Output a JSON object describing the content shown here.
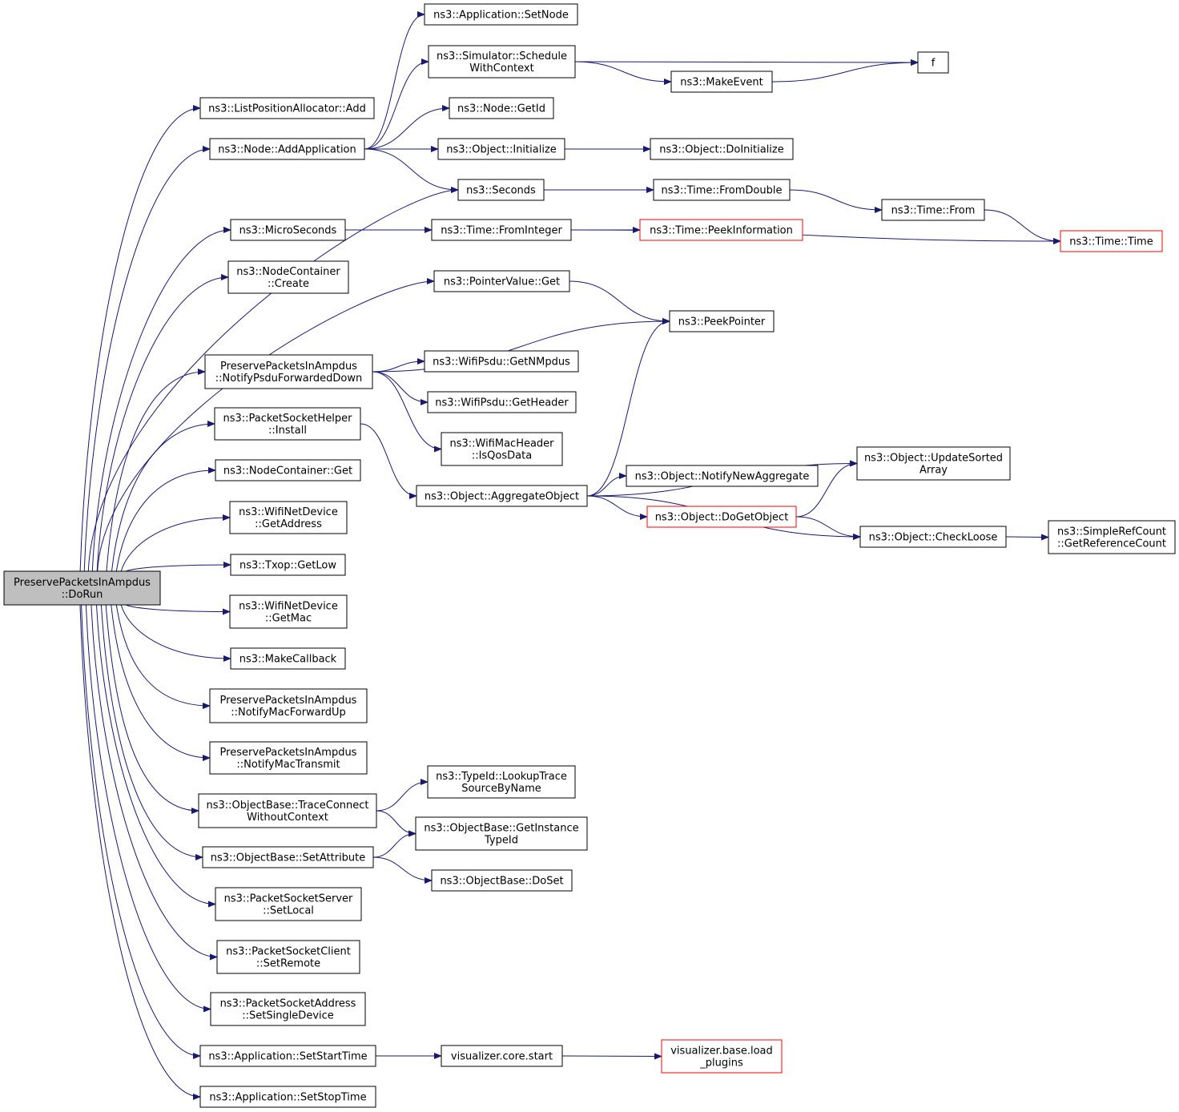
{
  "graph": {
    "colors": {
      "background": "#ffffff",
      "node_border": "#000000",
      "node_border_truncated": "#ff0000",
      "root_fill": "#bfbfbf",
      "node_fill": "#ffffff",
      "edge": "#191970",
      "text": "#000000"
    },
    "nodes": [
      {
        "id": "dorun",
        "lines": [
          "PreservePacketsInAmpdus",
          "::DoRun"
        ],
        "root": true
      },
      {
        "id": "lpa_add",
        "lines": [
          "ns3::ListPositionAllocator::Add"
        ]
      },
      {
        "id": "node_addapp",
        "lines": [
          "ns3::Node::AddApplication"
        ]
      },
      {
        "id": "seconds",
        "lines": [
          "ns3::Seconds"
        ]
      },
      {
        "id": "microseconds",
        "lines": [
          "ns3::MicroSeconds"
        ]
      },
      {
        "id": "nc_create",
        "lines": [
          "ns3::NodeContainer",
          "::Create"
        ]
      },
      {
        "id": "ppia_notifypsdu",
        "lines": [
          "PreservePacketsInAmpdus",
          "::NotifyPsduForwardedDown"
        ]
      },
      {
        "id": "psh_install",
        "lines": [
          "ns3::PacketSocketHelper",
          "::Install"
        ]
      },
      {
        "id": "nc_get",
        "lines": [
          "ns3::NodeContainer::Get"
        ]
      },
      {
        "id": "wnd_getaddress",
        "lines": [
          "ns3::WifiNetDevice",
          "::GetAddress"
        ]
      },
      {
        "id": "txop_getlow",
        "lines": [
          "ns3::Txop::GetLow"
        ]
      },
      {
        "id": "wnd_getmac",
        "lines": [
          "ns3::WifiNetDevice",
          "::GetMac"
        ]
      },
      {
        "id": "makecallback",
        "lines": [
          "ns3::MakeCallback"
        ]
      },
      {
        "id": "ppia_notifymacfwd",
        "lines": [
          "PreservePacketsInAmpdus",
          "::NotifyMacForwardUp"
        ]
      },
      {
        "id": "ppia_notifymactx",
        "lines": [
          "PreservePacketsInAmpdus",
          "::NotifyMacTransmit"
        ]
      },
      {
        "id": "ob_traceconnect",
        "lines": [
          "ns3::ObjectBase::TraceConnect",
          "WithoutContext"
        ]
      },
      {
        "id": "ob_setattr",
        "lines": [
          "ns3::ObjectBase::SetAttribute"
        ]
      },
      {
        "id": "pss_setlocal",
        "lines": [
          "ns3::PacketSocketServer",
          "::SetLocal"
        ]
      },
      {
        "id": "psc_setremote",
        "lines": [
          "ns3::PacketSocketClient",
          "::SetRemote"
        ]
      },
      {
        "id": "psa_setsingle",
        "lines": [
          "ns3::PacketSocketAddress",
          "::SetSingleDevice"
        ]
      },
      {
        "id": "app_setstart",
        "lines": [
          "ns3::Application::SetStartTime"
        ]
      },
      {
        "id": "app_setstop",
        "lines": [
          "ns3::Application::SetStopTime"
        ]
      },
      {
        "id": "app_setnode",
        "lines": [
          "ns3::Application::SetNode"
        ]
      },
      {
        "id": "sim_schedule",
        "lines": [
          "ns3::Simulator::Schedule",
          "WithContext"
        ]
      },
      {
        "id": "node_getid",
        "lines": [
          "ns3::Node::GetId"
        ]
      },
      {
        "id": "obj_initialize",
        "lines": [
          "ns3::Object::Initialize"
        ]
      },
      {
        "id": "time_frominteger",
        "lines": [
          "ns3::Time::FromInteger"
        ]
      },
      {
        "id": "pv_get",
        "lines": [
          "ns3::PointerValue::Get"
        ]
      },
      {
        "id": "psdu_getnmpdus",
        "lines": [
          "ns3::WifiPsdu::GetNMpdus"
        ]
      },
      {
        "id": "psdu_getheader",
        "lines": [
          "ns3::WifiPsdu::GetHeader"
        ]
      },
      {
        "id": "wmh_isqos",
        "lines": [
          "ns3::WifiMacHeader",
          "::IsQosData"
        ]
      },
      {
        "id": "obj_aggregate",
        "lines": [
          "ns3::Object::AggregateObject"
        ]
      },
      {
        "id": "typeid_lookup",
        "lines": [
          "ns3::TypeId::LookupTrace",
          "SourceByName"
        ]
      },
      {
        "id": "ob_getinstance",
        "lines": [
          "ns3::ObjectBase::GetInstance",
          "TypeId"
        ]
      },
      {
        "id": "ob_doset",
        "lines": [
          "ns3::ObjectBase::DoSet"
        ]
      },
      {
        "id": "vis_start",
        "lines": [
          "visualizer.core.start"
        ]
      },
      {
        "id": "makeevent",
        "lines": [
          "ns3::MakeEvent"
        ]
      },
      {
        "id": "f",
        "lines": [
          "f"
        ]
      },
      {
        "id": "obj_doinitialize",
        "lines": [
          "ns3::Object::DoInitialize"
        ]
      },
      {
        "id": "time_fromdouble",
        "lines": [
          "ns3::Time::FromDouble"
        ]
      },
      {
        "id": "time_from",
        "lines": [
          "ns3::Time::From"
        ]
      },
      {
        "id": "time_peekinfo",
        "lines": [
          "ns3::Time::PeekInformation"
        ],
        "truncated": true
      },
      {
        "id": "time_time",
        "lines": [
          "ns3::Time::Time"
        ],
        "truncated": true
      },
      {
        "id": "peekpointer",
        "lines": [
          "ns3::PeekPointer"
        ]
      },
      {
        "id": "obj_notifynewagg",
        "lines": [
          "ns3::Object::NotifyNewAggregate"
        ]
      },
      {
        "id": "obj_dogetobject",
        "lines": [
          "ns3::Object::DoGetObject"
        ],
        "truncated": true
      },
      {
        "id": "obj_updatesorted",
        "lines": [
          "ns3::Object::UpdateSorted",
          "Array"
        ]
      },
      {
        "id": "obj_checkloose",
        "lines": [
          "ns3::Object::CheckLoose"
        ]
      },
      {
        "id": "src_getrefcount",
        "lines": [
          "ns3::SimpleRefCount",
          "::GetReferenceCount"
        ]
      },
      {
        "id": "vis_loadplugins",
        "lines": [
          "visualizer.base.load",
          "_plugins"
        ],
        "truncated": true
      }
    ],
    "edges": [
      [
        "dorun",
        "lpa_add"
      ],
      [
        "dorun",
        "node_addapp"
      ],
      [
        "dorun",
        "seconds"
      ],
      [
        "dorun",
        "microseconds"
      ],
      [
        "dorun",
        "nc_create"
      ],
      [
        "dorun",
        "pv_get"
      ],
      [
        "dorun",
        "ppia_notifypsdu"
      ],
      [
        "dorun",
        "psh_install"
      ],
      [
        "dorun",
        "nc_get"
      ],
      [
        "dorun",
        "wnd_getaddress"
      ],
      [
        "dorun",
        "txop_getlow"
      ],
      [
        "dorun",
        "wnd_getmac"
      ],
      [
        "dorun",
        "makecallback"
      ],
      [
        "dorun",
        "ppia_notifymacfwd"
      ],
      [
        "dorun",
        "ppia_notifymactx"
      ],
      [
        "dorun",
        "ob_traceconnect"
      ],
      [
        "dorun",
        "ob_setattr"
      ],
      [
        "dorun",
        "pss_setlocal"
      ],
      [
        "dorun",
        "psc_setremote"
      ],
      [
        "dorun",
        "psa_setsingle"
      ],
      [
        "dorun",
        "app_setstart"
      ],
      [
        "dorun",
        "app_setstop"
      ],
      [
        "node_addapp",
        "app_setnode"
      ],
      [
        "node_addapp",
        "sim_schedule"
      ],
      [
        "node_addapp",
        "node_getid"
      ],
      [
        "node_addapp",
        "obj_initialize"
      ],
      [
        "node_addapp",
        "seconds"
      ],
      [
        "sim_schedule",
        "f"
      ],
      [
        "sim_schedule",
        "makeevent"
      ],
      [
        "makeevent",
        "f"
      ],
      [
        "obj_initialize",
        "obj_doinitialize"
      ],
      [
        "seconds",
        "time_fromdouble"
      ],
      [
        "time_fromdouble",
        "time_from"
      ],
      [
        "time_from",
        "time_time"
      ],
      [
        "microseconds",
        "time_frominteger"
      ],
      [
        "time_frominteger",
        "time_peekinfo"
      ],
      [
        "time_frominteger",
        "time_time"
      ],
      [
        "pv_get",
        "peekpointer"
      ],
      [
        "ppia_notifypsdu",
        "peekpointer"
      ],
      [
        "ppia_notifypsdu",
        "psdu_getnmpdus"
      ],
      [
        "ppia_notifypsdu",
        "psdu_getheader"
      ],
      [
        "ppia_notifypsdu",
        "wmh_isqos"
      ],
      [
        "psh_install",
        "obj_aggregate"
      ],
      [
        "obj_aggregate",
        "peekpointer"
      ],
      [
        "obj_aggregate",
        "obj_updatesorted"
      ],
      [
        "obj_aggregate",
        "obj_notifynewagg"
      ],
      [
        "obj_aggregate",
        "obj_dogetobject"
      ],
      [
        "obj_aggregate",
        "obj_checkloose"
      ],
      [
        "obj_dogetobject",
        "obj_updatesorted"
      ],
      [
        "obj_dogetobject",
        "obj_checkloose"
      ],
      [
        "obj_checkloose",
        "src_getrefcount"
      ],
      [
        "ob_traceconnect",
        "typeid_lookup"
      ],
      [
        "ob_traceconnect",
        "ob_getinstance"
      ],
      [
        "ob_setattr",
        "ob_getinstance"
      ],
      [
        "ob_setattr",
        "ob_doset"
      ],
      [
        "app_setstart",
        "vis_start"
      ],
      [
        "vis_start",
        "vis_loadplugins"
      ]
    ]
  }
}
